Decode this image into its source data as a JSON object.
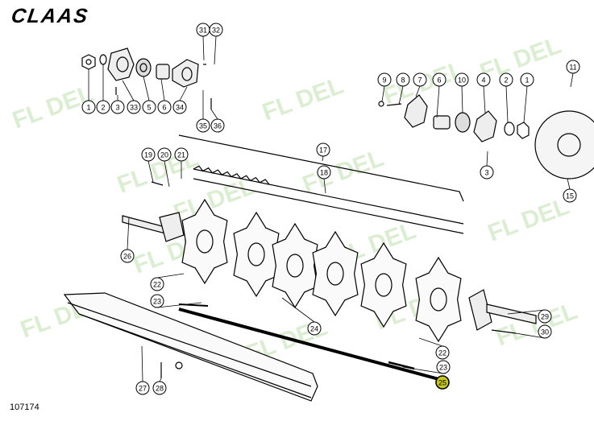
{
  "brand": "CLAAS",
  "drawing_id": "107174",
  "watermark": "FL DEL",
  "callouts": [
    "1",
    "2",
    "3",
    "33",
    "5",
    "6",
    "34",
    "31",
    "32",
    "35",
    "36",
    "9",
    "8",
    "7",
    "6",
    "10",
    "4",
    "2",
    "1",
    "3",
    "11",
    "15",
    "19",
    "20",
    "21",
    "17",
    "18",
    "26",
    "22",
    "23",
    "24",
    "29",
    "30",
    "22",
    "23",
    "25",
    "27",
    "28"
  ],
  "highlight_color": "#c8c81e",
  "watermark_color": "#cfe9c2"
}
